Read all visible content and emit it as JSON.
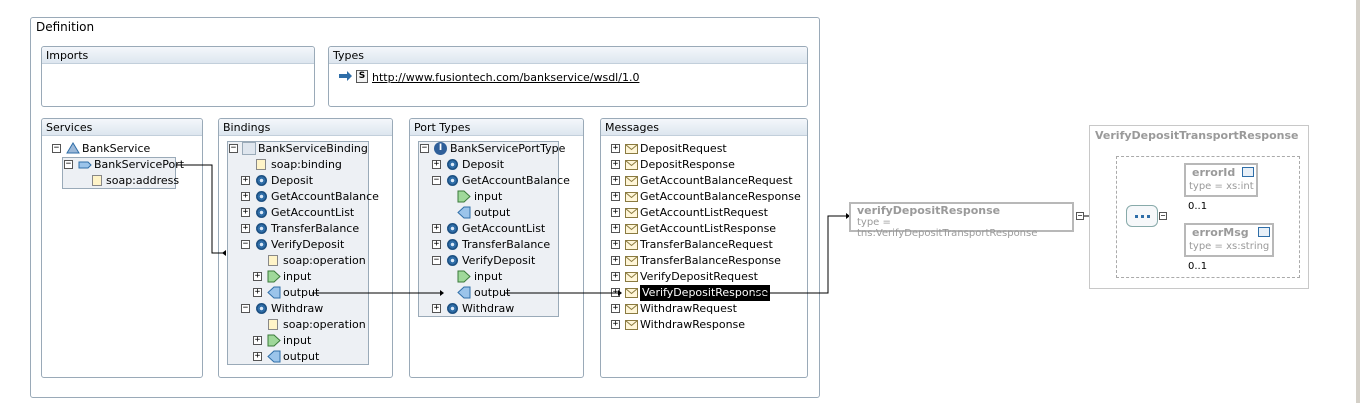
{
  "definition": {
    "title": "Definition"
  },
  "imports": {
    "title": "Imports"
  },
  "types": {
    "title": "Types",
    "url": "http://www.fusiontech.com/bankservice/wsdl/1.0"
  },
  "services": {
    "title": "Services",
    "service": "BankService",
    "port": "BankServicePort",
    "address": "soap:address"
  },
  "bindings": {
    "title": "Bindings",
    "binding": "BankServiceBinding",
    "soap_binding": "soap:binding",
    "ops": [
      "Deposit",
      "GetAccountBalance",
      "GetAccountList",
      "TransferBalance",
      "VerifyDeposit"
    ],
    "soap_operation": "soap:operation",
    "input": "input",
    "output": "output",
    "withdraw": "Withdraw",
    "soap_operation2": "soap:operation",
    "input2": "input",
    "output2": "output"
  },
  "port_types": {
    "title": "Port Types",
    "port_type": "BankServicePortType",
    "ops": [
      "Deposit",
      "GetAccountBalance"
    ],
    "input": "input",
    "output": "output",
    "ops2": [
      "GetAccountList",
      "TransferBalance",
      "VerifyDeposit"
    ],
    "input2": "input",
    "output2": "output",
    "withdraw": "Withdraw"
  },
  "messages": {
    "title": "Messages",
    "items": [
      "DepositRequest",
      "DepositResponse",
      "GetAccountBalanceRequest",
      "GetAccountBalanceResponse",
      "GetAccountListRequest",
      "GetAccountListResponse",
      "TransferBalanceRequest",
      "TransferBalanceResponse",
      "VerifyDepositRequest",
      "VerifyDepositResponse",
      "WithdrawRequest",
      "WithdrawResponse"
    ],
    "selected_index": 9
  },
  "element": {
    "name": "verifyDepositResponse",
    "type": "type = tns:VerifyDepositTransportResponse"
  },
  "complex_type": {
    "title": "VerifyDepositTransportResponse",
    "fields": [
      {
        "name": "errorId",
        "type": "type = xs:int",
        "cardinality": "0..1"
      },
      {
        "name": "errorMsg",
        "type": "type = xs:string",
        "cardinality": "0..1"
      }
    ]
  }
}
